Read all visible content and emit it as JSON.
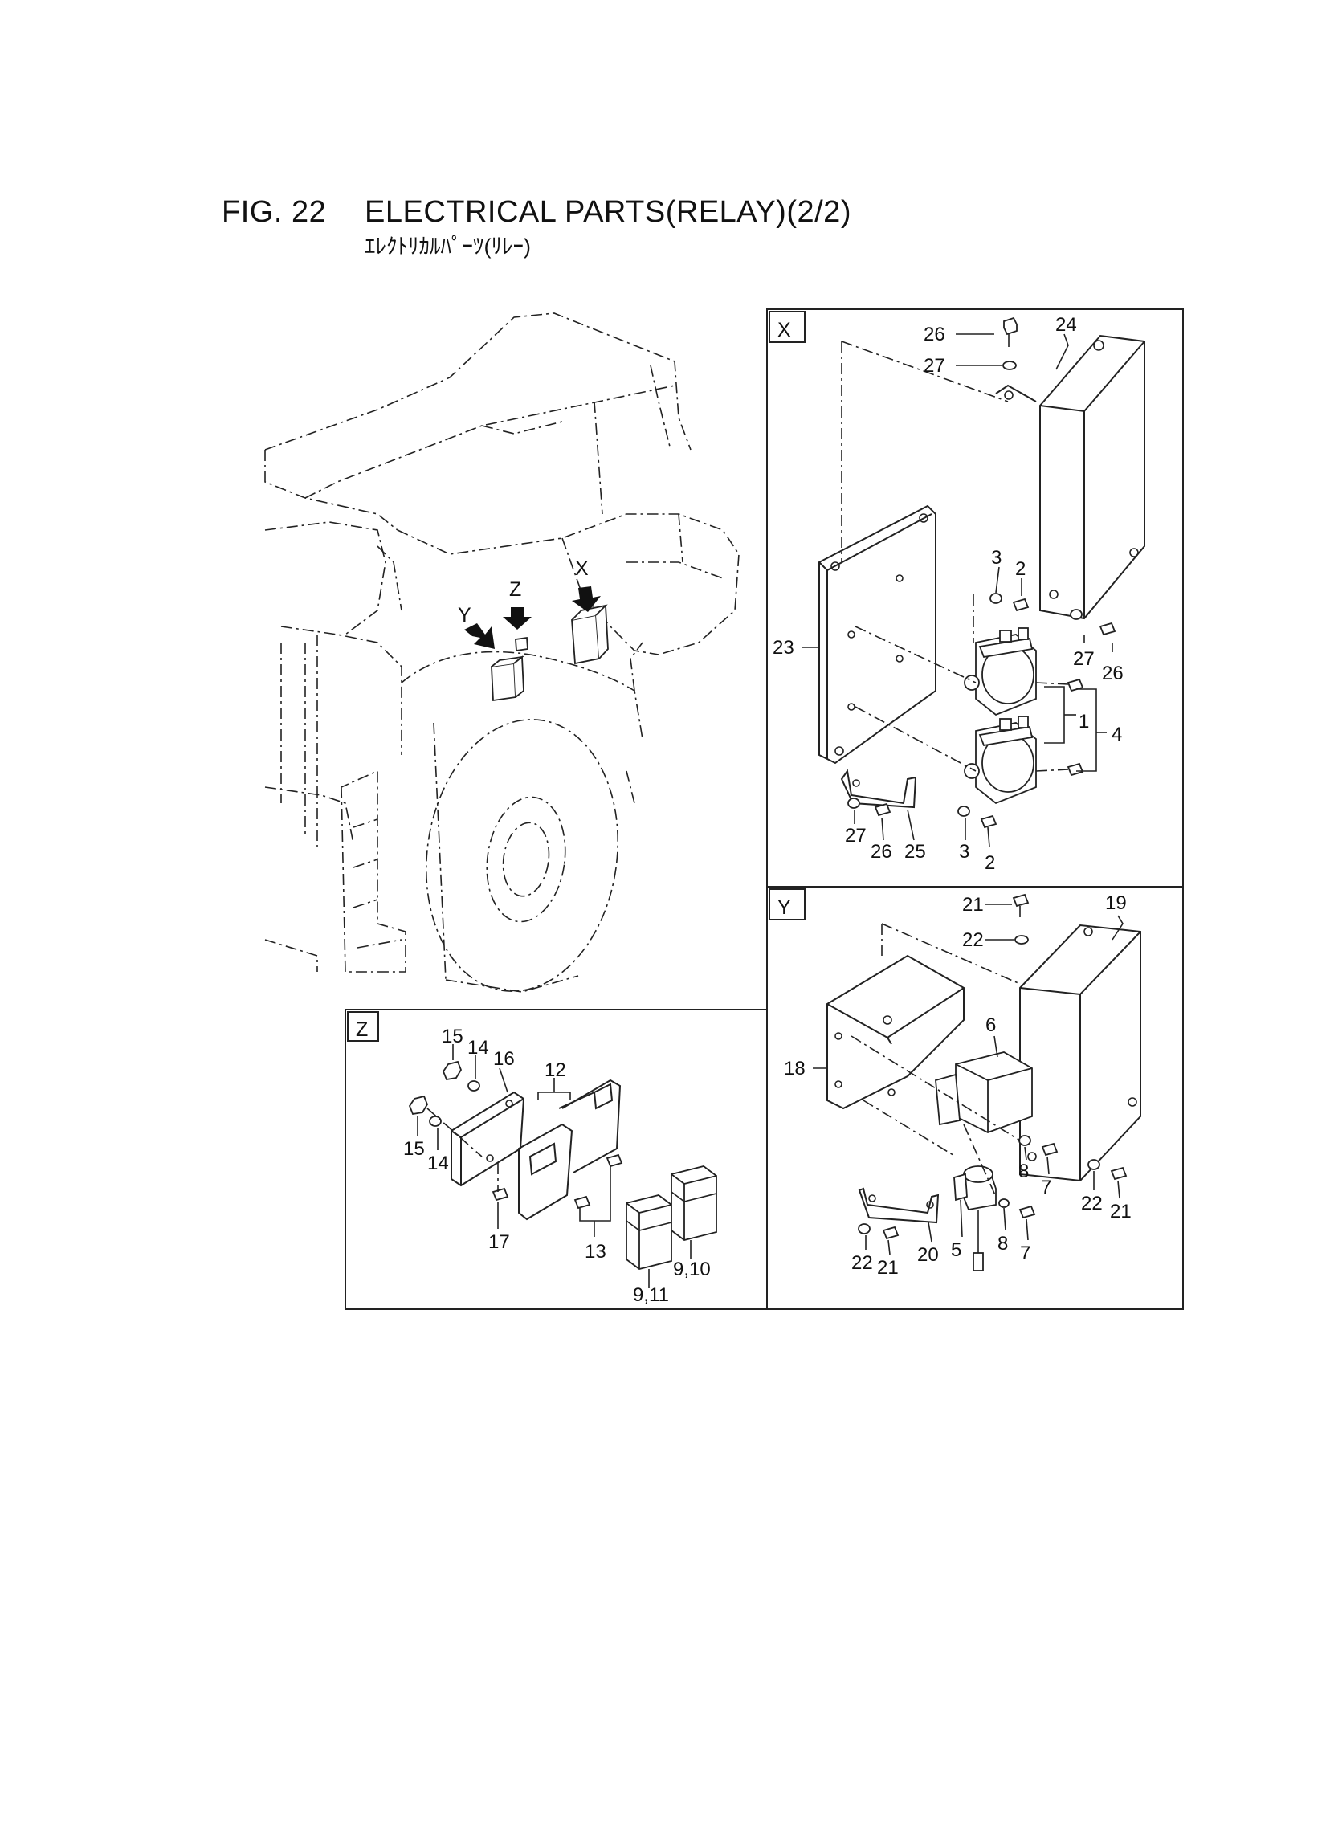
{
  "header": {
    "fig_number": "FIG. 22",
    "title": "ELECTRICAL PARTS(RELAY)(2/2)",
    "subtitle": "ｴﾚｸﾄﾘｶﾙﾊﾟｰﾂ(ﾘﾚｰ)"
  },
  "views": {
    "x": "X",
    "y": "Y",
    "z": "Z"
  },
  "pointers": [
    "Y",
    "Z",
    "X"
  ],
  "labels_x": [
    "26",
    "24",
    "27",
    "3",
    "2",
    "23",
    "27",
    "26",
    "1",
    "4",
    "27",
    "26",
    "25",
    "3",
    "2"
  ],
  "labels_y": [
    "21",
    "19",
    "22",
    "6",
    "18",
    "8",
    "7",
    "22",
    "21",
    "22",
    "21",
    "20",
    "5",
    "8",
    "7"
  ],
  "labels_z": [
    "15",
    "14",
    "16",
    "12",
    "15",
    "14",
    "17",
    "13",
    "9,10",
    "9,11"
  ]
}
